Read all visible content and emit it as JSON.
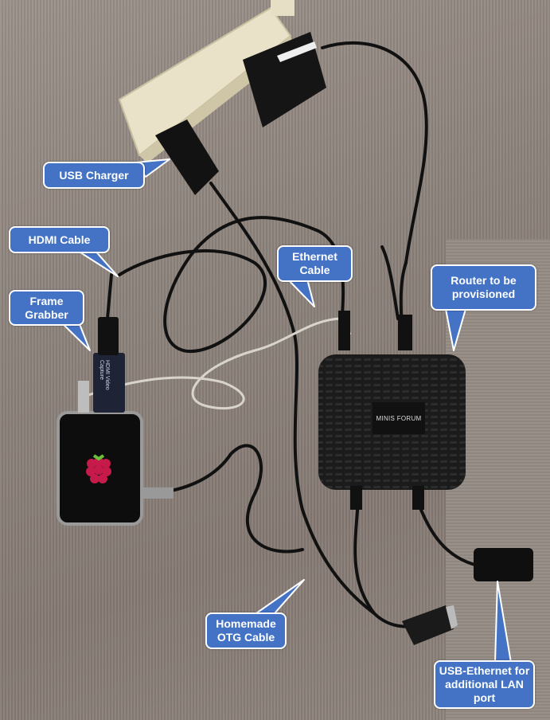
{
  "callouts": {
    "usb_charger": "USB Charger",
    "hdmi_cable": "HDMI Cable",
    "frame_grabber": "Frame Grabber",
    "ethernet_cable": "Ethernet Cable",
    "router": "Router to be provisioned",
    "otg_cable": "Homemade OTG Cable",
    "usb_ethernet": "USB-Ethernet for additional LAN port"
  },
  "device_labels": {
    "router_brand": "MINIS FORUM",
    "grabber_text": "HDMI Video Capture"
  },
  "colors": {
    "callout_fill": "#4472c4",
    "callout_border": "#ffffff",
    "carpet": "#8c827b"
  }
}
